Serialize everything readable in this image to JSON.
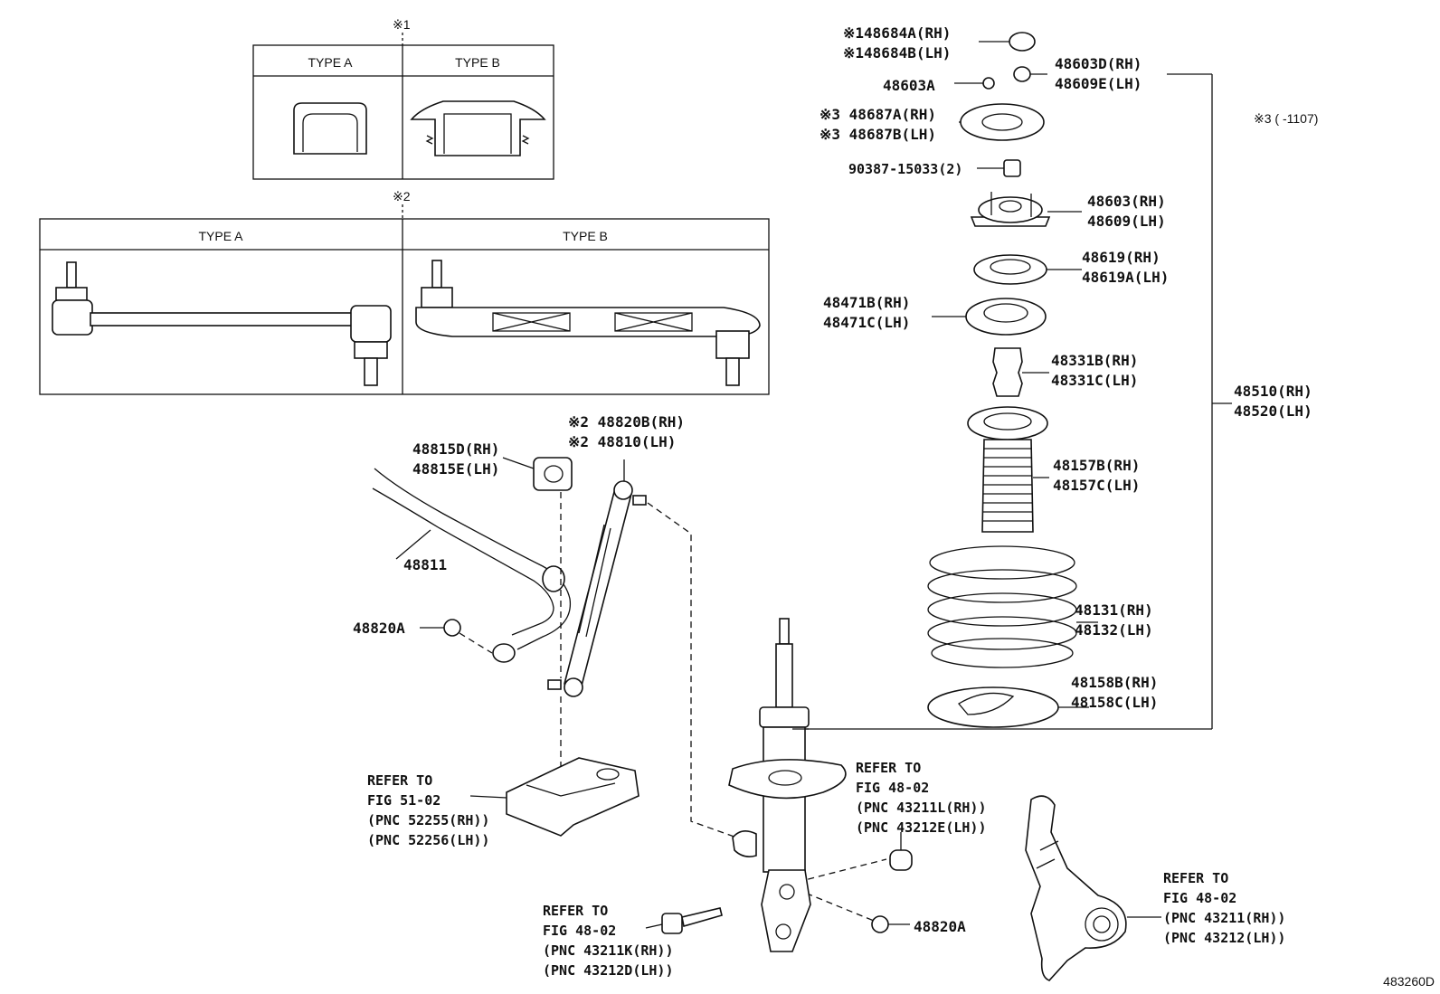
{
  "diagram_id": "483260D",
  "marks": {
    "m1": "※1",
    "m2": "※2",
    "m3_note": "※3 (     -1107)"
  },
  "box1": {
    "type_a": "TYPE A",
    "type_b": "TYPE B"
  },
  "box2": {
    "type_a": "TYPE A",
    "type_b": "TYPE B"
  },
  "parts": {
    "p48684a": "※148684A(RH)",
    "p48684b": "※148684B(LH)",
    "p48603a": "48603A",
    "p48603d": "48603D(RH)",
    "p48609e": "48609E(LH)",
    "p48687a": "※3 48687A(RH)",
    "p48687b": "※3 48687B(LH)",
    "p90387": "90387-15033(2)",
    "p48603": "48603(RH)",
    "p48609": "48609(LH)",
    "p48619": "48619(RH)",
    "p48619a": "48619A(LH)",
    "p48471b": "48471B(RH)",
    "p48471c": "48471C(LH)",
    "p48331b": "48331B(RH)",
    "p48331c": "48331C(LH)",
    "p48510": "48510(RH)",
    "p48520": "48520(LH)",
    "p48157b": "48157B(RH)",
    "p48157c": "48157C(LH)",
    "p48131": "48131(RH)",
    "p48132": "48132(LH)",
    "p48158b": "48158B(RH)",
    "p48158c": "48158C(LH)",
    "p48820b": "※2 48820B(RH)",
    "p48810": "※2 48810(LH)",
    "p48815d": "48815D(RH)",
    "p48815e": "48815E(LH)",
    "p48811": "48811",
    "p48820a_1": "48820A",
    "p48820a_2": "48820A"
  },
  "refs": {
    "ref1": {
      "l1": "REFER TO",
      "l2": "FIG 51-02",
      "l3": "(PNC 52255(RH))",
      "l4": "(PNC 52256(LH))"
    },
    "ref2": {
      "l1": "REFER TO",
      "l2": "FIG 48-02",
      "l3": "(PNC 43211L(RH))",
      "l4": "(PNC 43212E(LH))"
    },
    "ref3": {
      "l1": "REFER TO",
      "l2": "FIG 48-02",
      "l3": "(PNC 43211K(RH))",
      "l4": "(PNC 43212D(LH))"
    },
    "ref4": {
      "l1": "REFER TO",
      "l2": "FIG 48-02",
      "l3": "(PNC 43211(RH))",
      "l4": "(PNC 43212(LH))"
    }
  }
}
